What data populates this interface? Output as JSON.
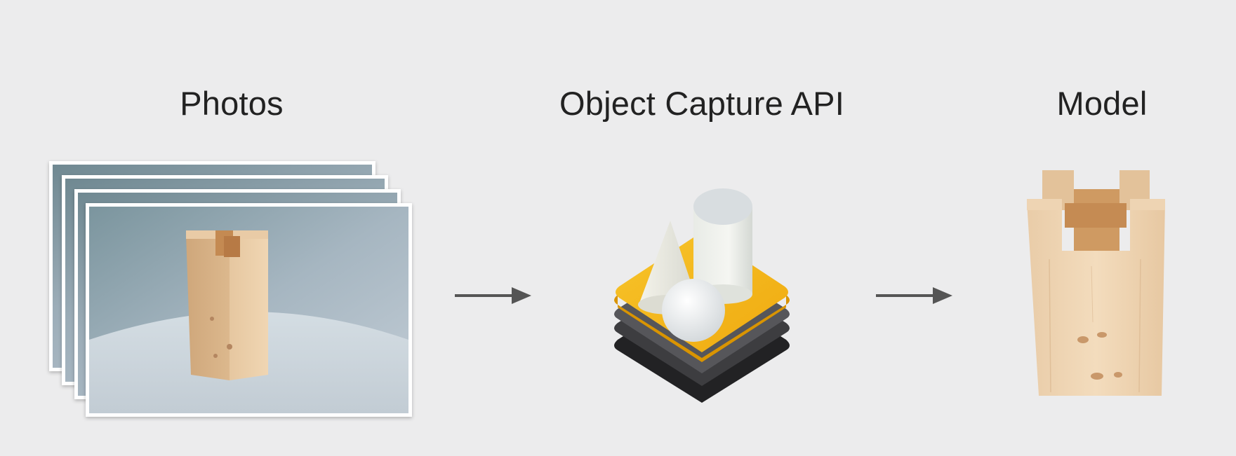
{
  "labels": {
    "photos": "Photos",
    "api": "Object Capture API",
    "model": "Model"
  },
  "colors": {
    "background": "#ececed",
    "text": "#222222",
    "arrow": "#555555",
    "icon_yellow": "#f2b519",
    "icon_dark": "#3a3a3c",
    "wood": "#e8c9a4"
  },
  "icons": {
    "arrow_1": "right-arrow-icon",
    "arrow_2": "right-arrow-icon",
    "api": "object-capture-icon"
  }
}
